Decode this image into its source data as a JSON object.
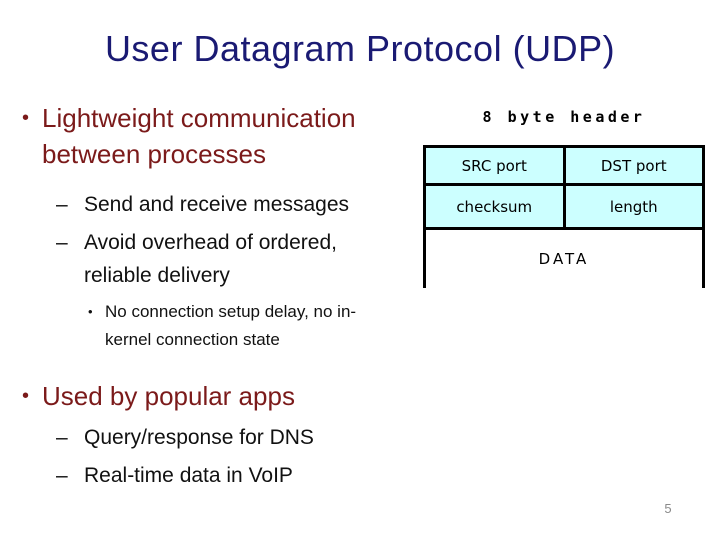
{
  "slide": {
    "title": "User Datagram Protocol (UDP)",
    "page_number": "5",
    "colors": {
      "title_navy": "#1a1a73",
      "accent_dark_red": "#7b1a1a",
      "body_text": "#111111",
      "header_cell_bg": "#ccffff",
      "table_border": "#000000",
      "page_number_gray": "#8a8a8a"
    },
    "bullets": [
      {
        "level": 1,
        "marker": "•",
        "text": "Lightweight communication between processes"
      },
      {
        "level": 2,
        "marker": "–",
        "text": "Send and receive messages"
      },
      {
        "level": 2,
        "marker": "–",
        "text": "Avoid overhead of ordered, reliable delivery"
      },
      {
        "level": 3,
        "marker": "•",
        "text": "No connection setup delay, no in-kernel connection state"
      },
      {
        "level": 1,
        "marker": "•",
        "text": "Used by popular apps"
      },
      {
        "level": 2,
        "marker": "–",
        "text": "Query/response for DNS"
      },
      {
        "level": 2,
        "marker": "–",
        "text": "Real-time data in VoIP"
      }
    ],
    "header_diagram": {
      "label": "8 byte header",
      "rows": [
        [
          "SRC port",
          "DST port"
        ],
        [
          "checksum",
          "length"
        ]
      ],
      "data_label": "DATA"
    }
  }
}
